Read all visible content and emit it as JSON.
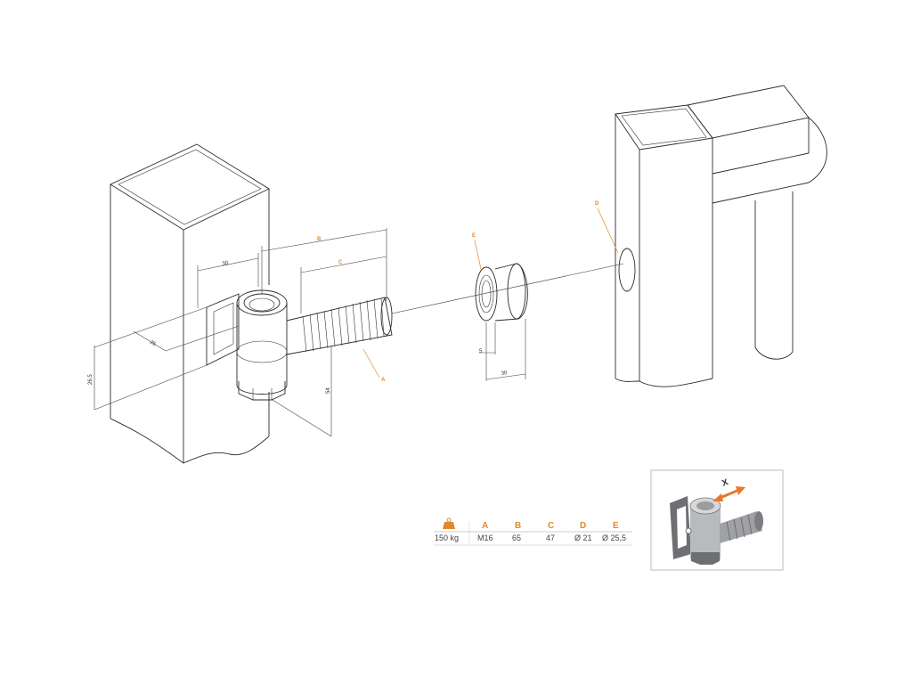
{
  "dimensions": {
    "a": "30",
    "b": "25",
    "c": "26.5",
    "d": "54",
    "e": "5",
    "f": "30"
  },
  "labels": {
    "A": "A",
    "B": "B",
    "C": "C",
    "D": "D",
    "E": "E"
  },
  "table": {
    "icon": "weight-icon",
    "headers": [
      "A",
      "B",
      "C",
      "D",
      "E"
    ],
    "values": [
      "150 kg",
      "M16",
      "65",
      "47",
      "Ø 21",
      "Ø 25,5"
    ]
  },
  "inset": {
    "axis_label": "X",
    "arrow_color": "#e8772e"
  },
  "colors": {
    "accent": "#e08a2c",
    "line": "#2b2b2b"
  }
}
